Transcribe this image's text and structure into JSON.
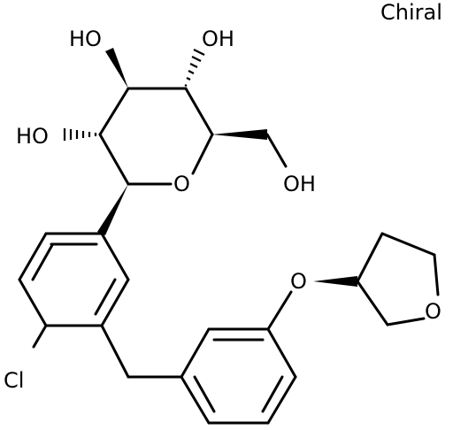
{
  "structure": {
    "stereo_label": "Chiral",
    "atoms": {
      "oh_top_left": "HO",
      "oh_top_right": "OH",
      "oh_left": "HO",
      "oh_ch2": "OH",
      "ring_oxygen": "O",
      "ether_oxygen": "O",
      "thf_oxygen": "O",
      "chlorine": "Cl"
    }
  }
}
